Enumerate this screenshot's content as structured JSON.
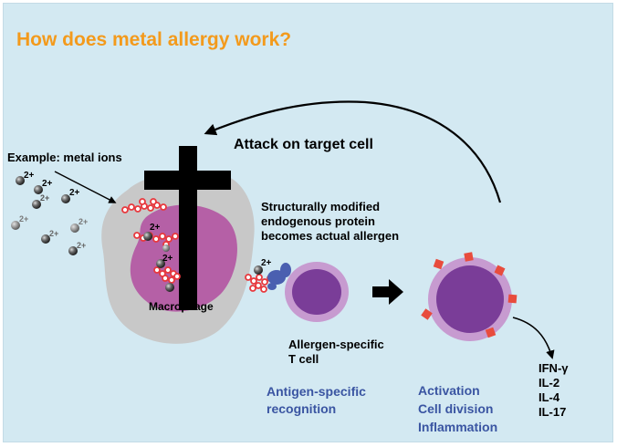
{
  "title": "How does metal allergy work?",
  "labels": {
    "metal_ions": "Example: metal ions",
    "attack": "Attack on target cell",
    "modified_protein": [
      "Structurally modified",
      "endogenous protein",
      "becomes actual allergen"
    ],
    "macrophage": "Macrophage",
    "t_cell": [
      "Allergen-specific",
      "T cell"
    ],
    "recognition": [
      "Antigen-specific",
      "recognition"
    ],
    "activation": [
      "Activation",
      "Cell division",
      "Inflammation"
    ],
    "cytokines": [
      "IFN-γ",
      "IL-2",
      "IL-4",
      "IL-17"
    ],
    "charge": "2+"
  },
  "colors": {
    "background": "#d3e9f2",
    "title": "#f39a1c",
    "macrophage_outer": "#c8c8c8",
    "macrophage_inner": "#b560a6",
    "t_cell_ring": "#c79bd0",
    "t_cell_core": "#7a3d98",
    "blue_text": "#3a55a2",
    "receptor": "#4a5fb0",
    "protein_dots": "#e8383d",
    "activation_markers": "#e84c3d"
  }
}
